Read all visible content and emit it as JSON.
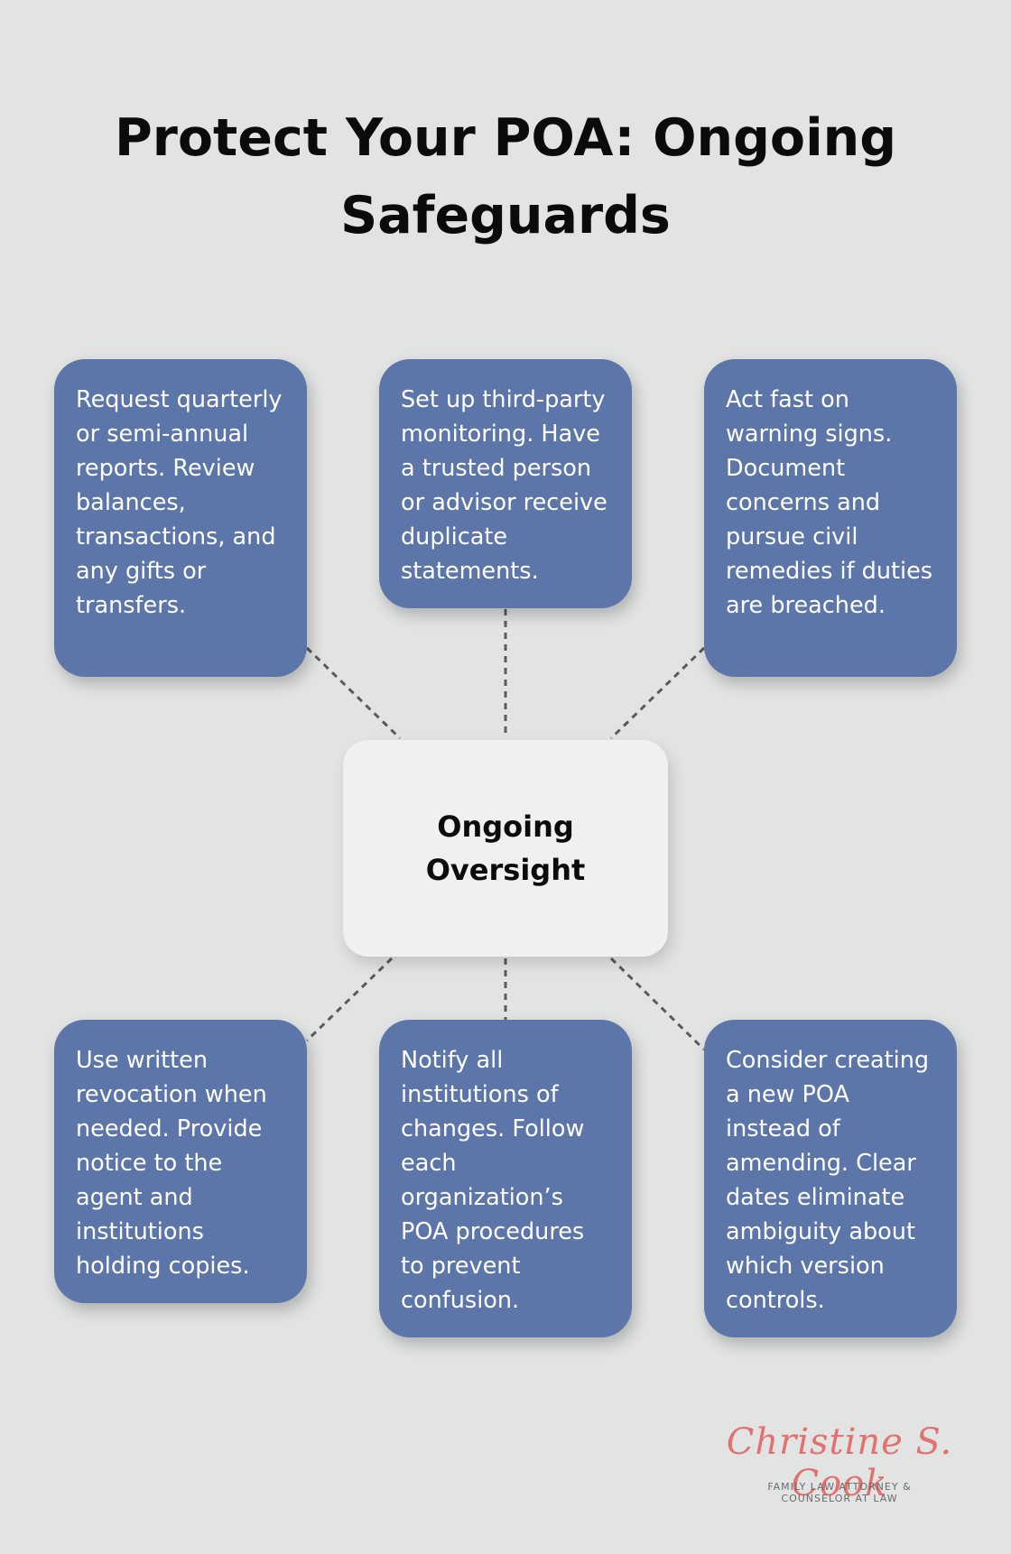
{
  "title": "Protect Your POA: Ongoing Safeguards",
  "center": {
    "label": "Ongoing Oversight"
  },
  "cards": [
    {
      "text": "Request quarterly or semi-annual reports. Review balances, transactions, and any gifts or transfers."
    },
    {
      "text": "Set up third-party monitoring. Have a trusted person or advisor receive duplicate statements."
    },
    {
      "text": "Act fast on warning signs. Document concerns and pursue civil remedies if duties are breached."
    },
    {
      "text": "Use written revocation when needed. Provide notice to the agent and institutions holding copies."
    },
    {
      "text": "Notify all institutions of changes. Follow each organization’s POA procedures to prevent confusion."
    },
    {
      "text": "Consider creating a new POA instead of amending. Clear dates eliminate ambiguity about which version controls."
    }
  ],
  "logo": {
    "name": "Christine S. Cook",
    "subtitle": "FAMILY LAW ATTORNEY & COUNSELOR AT LAW"
  },
  "colors": {
    "background": "#e2e3e3",
    "card": "#5d76a9",
    "center": "#eff0f2",
    "connector": "#5a5a5a",
    "logo": "#e0736f"
  }
}
